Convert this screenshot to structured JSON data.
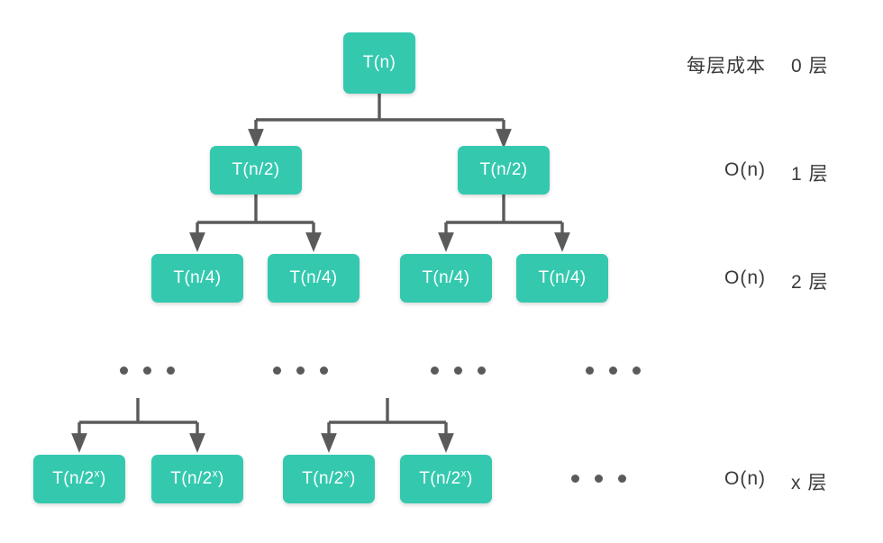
{
  "diagram": {
    "title_hidden": "",
    "background_color": "#ffffff",
    "node_color": "#34c9af",
    "node_text_color": "#ffffff",
    "edge_color": "#5a5a5a",
    "label_color": "#3a3a3a",
    "nodes": {
      "root": "T(n)",
      "level1_left": "T(n/2)",
      "level1_right": "T(n/2)",
      "level2_a": "T(n/4)",
      "level2_b": "T(n/4)",
      "level2_c": "T(n/4)",
      "level2_d": "T(n/4)",
      "levelx_a_base": "T(n/2",
      "levelx_a_sup": "x",
      "levelx_a_close": ")",
      "levelx_b_base": "T(n/2",
      "levelx_b_sup": "x",
      "levelx_b_close": ")",
      "levelx_c_base": "T(n/2",
      "levelx_c_sup": "x",
      "levelx_c_close": ")",
      "levelx_d_base": "T(n/2",
      "levelx_d_sup": "x",
      "levelx_d_close": ")"
    },
    "legend": {
      "cost_header": "每层成本",
      "level_header": "0 层"
    },
    "rows": [
      {
        "cost": "每层成本",
        "level": "0 层"
      },
      {
        "cost": "O(n)",
        "level": "1 层"
      },
      {
        "cost": "O(n)",
        "level": "2 层"
      },
      {
        "cost": "O(n)",
        "level": "x 层"
      }
    ]
  }
}
